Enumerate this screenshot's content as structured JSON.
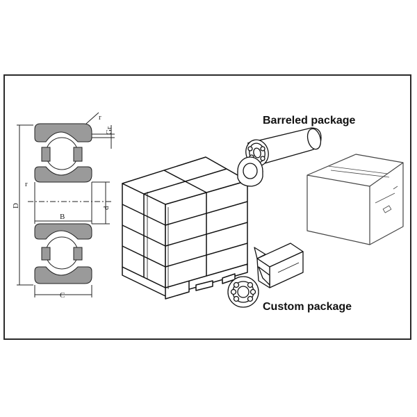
{
  "labels": {
    "barreled": "Barreled package",
    "custom": "Custom package"
  },
  "dimensions": {
    "r_top": "r",
    "gr": "Gr",
    "r_side": "r",
    "d_outer": "D",
    "d_inner": "d",
    "b": "B",
    "c": "C"
  },
  "colors": {
    "line": "#222222",
    "fill_gray": "#9a9a9a",
    "background": "#ffffff"
  }
}
